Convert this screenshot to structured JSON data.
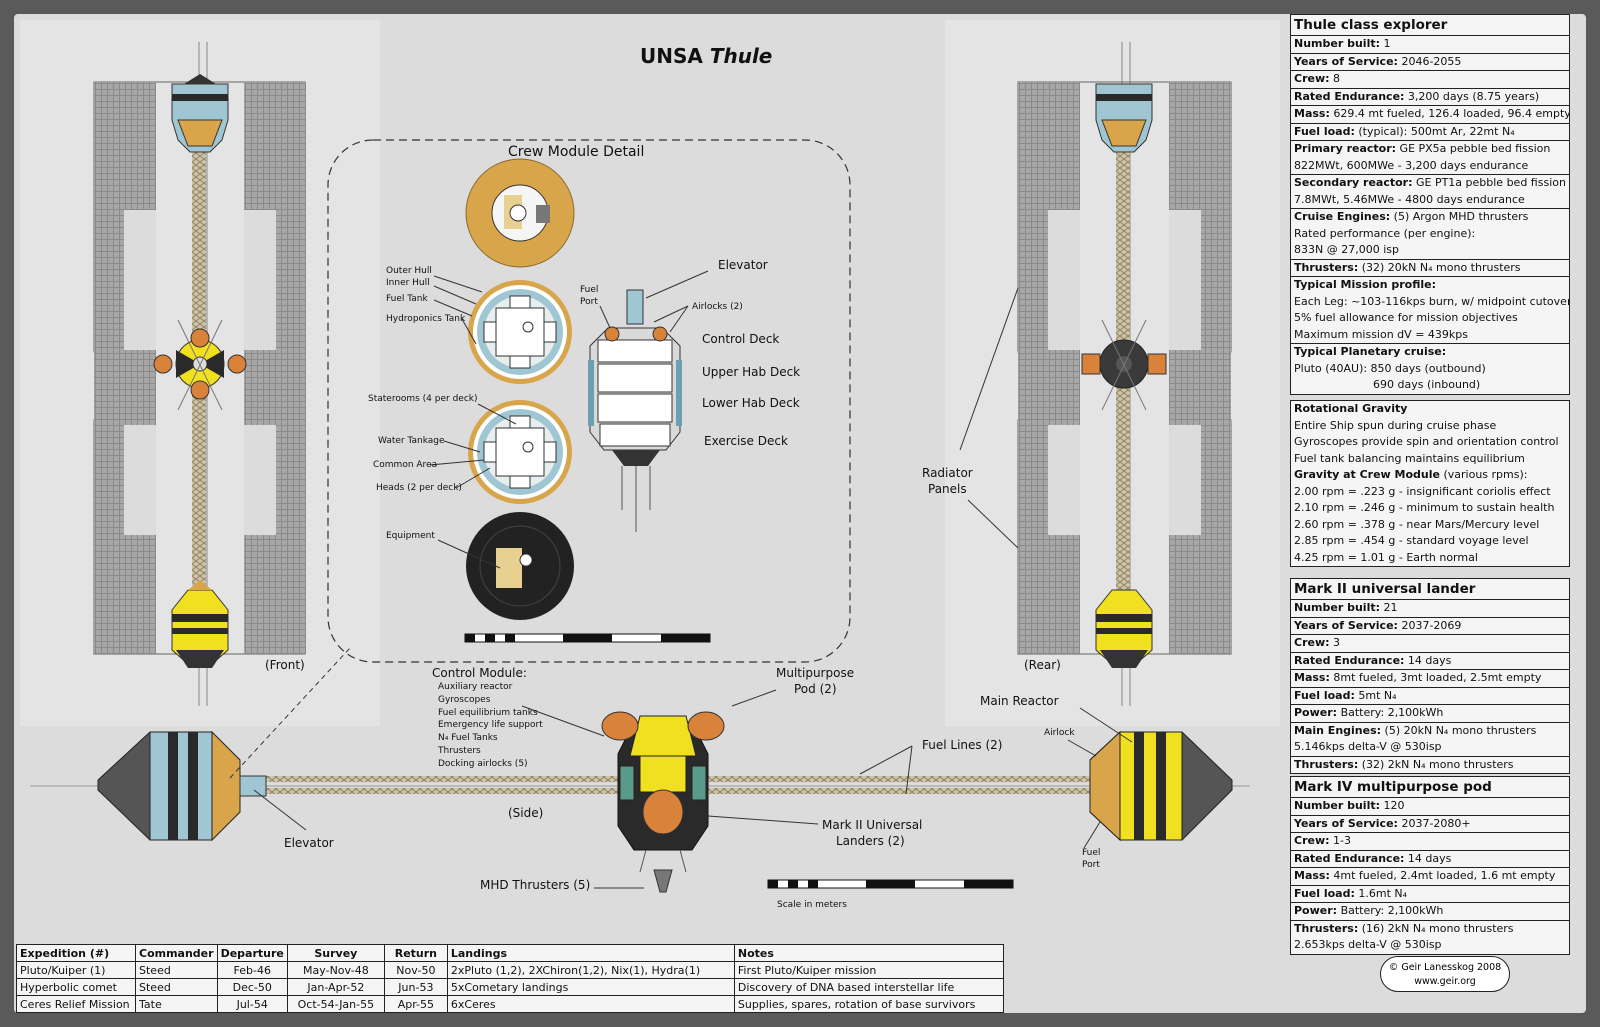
{
  "title": {
    "prefix": "UNSA ",
    "name": "Thule"
  },
  "views": {
    "front": "(Front)",
    "rear": "(Rear)",
    "side": "(Side)"
  },
  "crew_detail": {
    "heading": "Crew Module Detail",
    "labels": {
      "outer_hull": "Outer Hull",
      "inner_hull": "Inner Hull",
      "fuel_tank": "Fuel Tank",
      "hydroponics": "Hydroponics Tank",
      "staterooms": "Staterooms (4 per deck)",
      "water": "Water Tankage",
      "common": "Common Area",
      "heads": "Heads (2 per deck)",
      "equipment": "Equipment",
      "fuel_port_1": "Fuel",
      "fuel_port_2": "Port",
      "elevator": "Elevator",
      "airlocks": "Airlocks (2)",
      "control_deck": "Control Deck",
      "upper_hab": "Upper Hab Deck",
      "lower_hab": "Lower Hab Deck",
      "exercise": "Exercise Deck"
    }
  },
  "side_labels": {
    "control_module": "Control Module:",
    "control_items": [
      "Auxiliary reactor",
      "Gyroscopes",
      "Fuel equilibrium tanks",
      "Emergency life support",
      "N₄ Fuel Tanks",
      "Thrusters",
      "Docking airlocks (5)"
    ],
    "multipurpose_1": "Multipurpose",
    "multipurpose_2": "Pod (2)",
    "main_reactor": "Main Reactor",
    "airlock": "Airlock",
    "fuel_lines": "Fuel Lines (2)",
    "elevator": "Elevator",
    "landers_1": "Mark II Universal",
    "landers_2": "Landers (2)",
    "mhd": "MHD Thrusters (5)",
    "fuel_port_1": "Fuel",
    "fuel_port_2": "Port",
    "scale": "Scale in meters",
    "radiator_1": "Radiator",
    "radiator_2": "Panels"
  },
  "specs": {
    "explorer": {
      "heading": "Thule class explorer",
      "rows": [
        {
          "k": "Number built:",
          "v": " 1"
        },
        {
          "k": "Years of Service:",
          "v": " 2046-2055"
        },
        {
          "k": "Crew:",
          "v": " 8"
        },
        {
          "k": "Rated Endurance:",
          "v": " 3,200 days (8.75 years)"
        },
        {
          "k": "Mass:",
          "v": " 629.4 mt fueled, 126.4 loaded, 96.4 empty"
        },
        {
          "k": "Fuel load:",
          "v": " (typical):  500mt Ar, 22mt N₄"
        },
        {
          "k": "Primary reactor:",
          "v": " GE PX5a pebble bed fission",
          "cont": "822MWt, 600MWe - 3,200 days endurance"
        },
        {
          "k": "Secondary reactor:",
          "v": " GE PT1a pebble bed fission",
          "cont": "7.8MWt, 5.46MWe - 4800 days endurance"
        },
        {
          "k": "Cruise Engines:",
          "v": " (5) Argon MHD thrusters",
          "cont": "Rated performance (per engine):",
          "cont2": "833N @   27,000 isp"
        },
        {
          "k": "Thrusters:",
          "v": " (32) 20kN N₄ mono thrusters"
        },
        {
          "k": "Typical Mission profile:",
          "v": "",
          "cont": "Each Leg: ~103-116kps burn, w/ midpoint cutover",
          "cont2": "5% fuel allowance for mission objectives",
          "cont3": "Maximum mission dV = 439kps"
        },
        {
          "k": "Typical Planetary cruise:",
          "v": "",
          "cont": "Pluto (40AU):   850 days (outbound)",
          "cont_indent": "690 days (inbound)"
        }
      ]
    },
    "gravity": {
      "heading": "Rotational Gravity",
      "lines": [
        "Entire Ship spun during cruise phase",
        "Gyroscopes provide spin and orientation control",
        "Fuel tank balancing maintains equilibrium"
      ],
      "sub_k": "Gravity at Crew Module",
      "sub_v": " (various rpms):",
      "rpms": [
        "2.00 rpm = .223 g - insignificant coriolis effect",
        "2.10 rpm = .246 g - minimum to sustain health",
        "2.60 rpm = .378 g - near Mars/Mercury level",
        "2.85 rpm = .454 g - standard voyage level",
        "4.25 rpm = 1.01 g - Earth normal"
      ]
    },
    "lander": {
      "heading": "Mark II universal lander",
      "rows": [
        {
          "k": "Number built:",
          "v": " 21"
        },
        {
          "k": "Years of Service:",
          "v": " 2037-2069"
        },
        {
          "k": "Crew:",
          "v": " 3"
        },
        {
          "k": "Rated Endurance:",
          "v": " 14 days"
        },
        {
          "k": "Mass:",
          "v": " 8mt fueled, 3mt loaded, 2.5mt empty"
        },
        {
          "k": "Fuel load:",
          "v": " 5mt N₄"
        },
        {
          "k": "Power:",
          "v": " Battery: 2,100kWh"
        },
        {
          "k": "Main Engines:",
          "v": " (5) 20kN N₄ mono thrusters",
          "cont": "5.146kps delta-V @ 530isp"
        },
        {
          "k": "Thrusters:",
          "v": " (32) 2kN N₄ mono thrusters"
        }
      ]
    },
    "pod": {
      "heading": "Mark IV multipurpose pod",
      "rows": [
        {
          "k": "Number built:",
          "v": " 120"
        },
        {
          "k": "Years of Service:",
          "v": " 2037-2080+"
        },
        {
          "k": "Crew:",
          "v": " 1-3"
        },
        {
          "k": "Rated Endurance:",
          "v": " 14 days"
        },
        {
          "k": "Mass:",
          "v": " 4mt fueled, 2.4mt loaded, 1.6 mt empty"
        },
        {
          "k": "Fuel load:",
          "v": " 1.6mt N₄"
        },
        {
          "k": "Power:",
          "v": " Battery: 2,100kWh"
        },
        {
          "k": "Thrusters:",
          "v": " (16) 2kN N₄ mono thrusters",
          "cont": "2.653kps delta-V @ 530isp"
        }
      ]
    }
  },
  "credit": {
    "line1": "© Geir Lanesskog 2008",
    "line2": "www.geir.org"
  },
  "expeditions": {
    "headers": [
      "Expedition (#)",
      "Commander",
      "Departure",
      "Survey",
      "Return",
      "Landings",
      "Notes"
    ],
    "rows": [
      [
        "Pluto/Kuiper (1)",
        "Steed",
        "Feb-46",
        "May-Nov-48",
        "Nov-50",
        "2xPluto (1,2), 2XChiron(1,2), Nix(1), Hydra(1)",
        "First Pluto/Kuiper mission"
      ],
      [
        "Hyperbolic comet",
        "Steed",
        "Dec-50",
        "Jan-Apr-52",
        "Jun-53",
        "5xCometary landings",
        "Discovery of DNA based interstellar life"
      ],
      [
        "Ceres Relief Mission",
        "Tate",
        "Jul-54",
        "Oct-54-Jan-55",
        "Apr-55",
        "6xCeres",
        "Supplies, spares, rotation of base survivors"
      ]
    ]
  },
  "colors": {
    "frame": "#5a5a5a",
    "background": "#dcdcdc",
    "gold": "#d9a54a",
    "blue": "#9fc6d2",
    "yellow": "#f0e020",
    "dark": "#2a2a2a",
    "copper": "#d9823a"
  }
}
